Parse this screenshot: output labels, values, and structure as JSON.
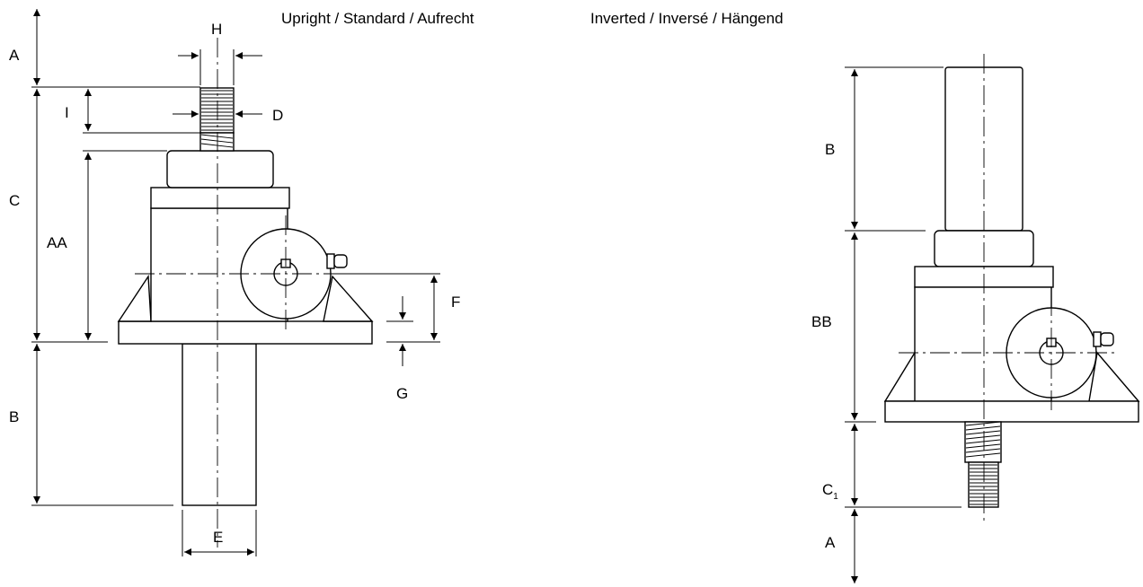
{
  "titles": {
    "upright": "Upright / Standard / Aufrecht",
    "inverted": "Inverted / Inversé / Hängend"
  },
  "labels": {
    "a": "A",
    "h": "H",
    "i": "I",
    "d": "D",
    "c": "C",
    "aa": "AA",
    "f": "F",
    "g": "G",
    "b": "B",
    "e": "E",
    "bb": "BB",
    "c1_main": "C",
    "c1_sub": "1"
  },
  "colors": {
    "line": "#000000",
    "background": "#ffffff"
  }
}
